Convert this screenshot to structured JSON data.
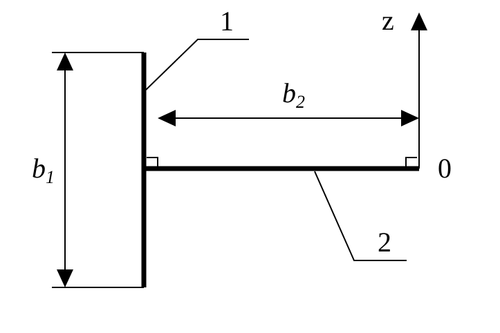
{
  "labels": {
    "part1": "1",
    "part2": "2",
    "axis_z": "z",
    "origin": "0",
    "dim_b1_base": "b",
    "dim_b1_sub": "1",
    "dim_b2_base": "b",
    "dim_b2_sub": "2"
  }
}
